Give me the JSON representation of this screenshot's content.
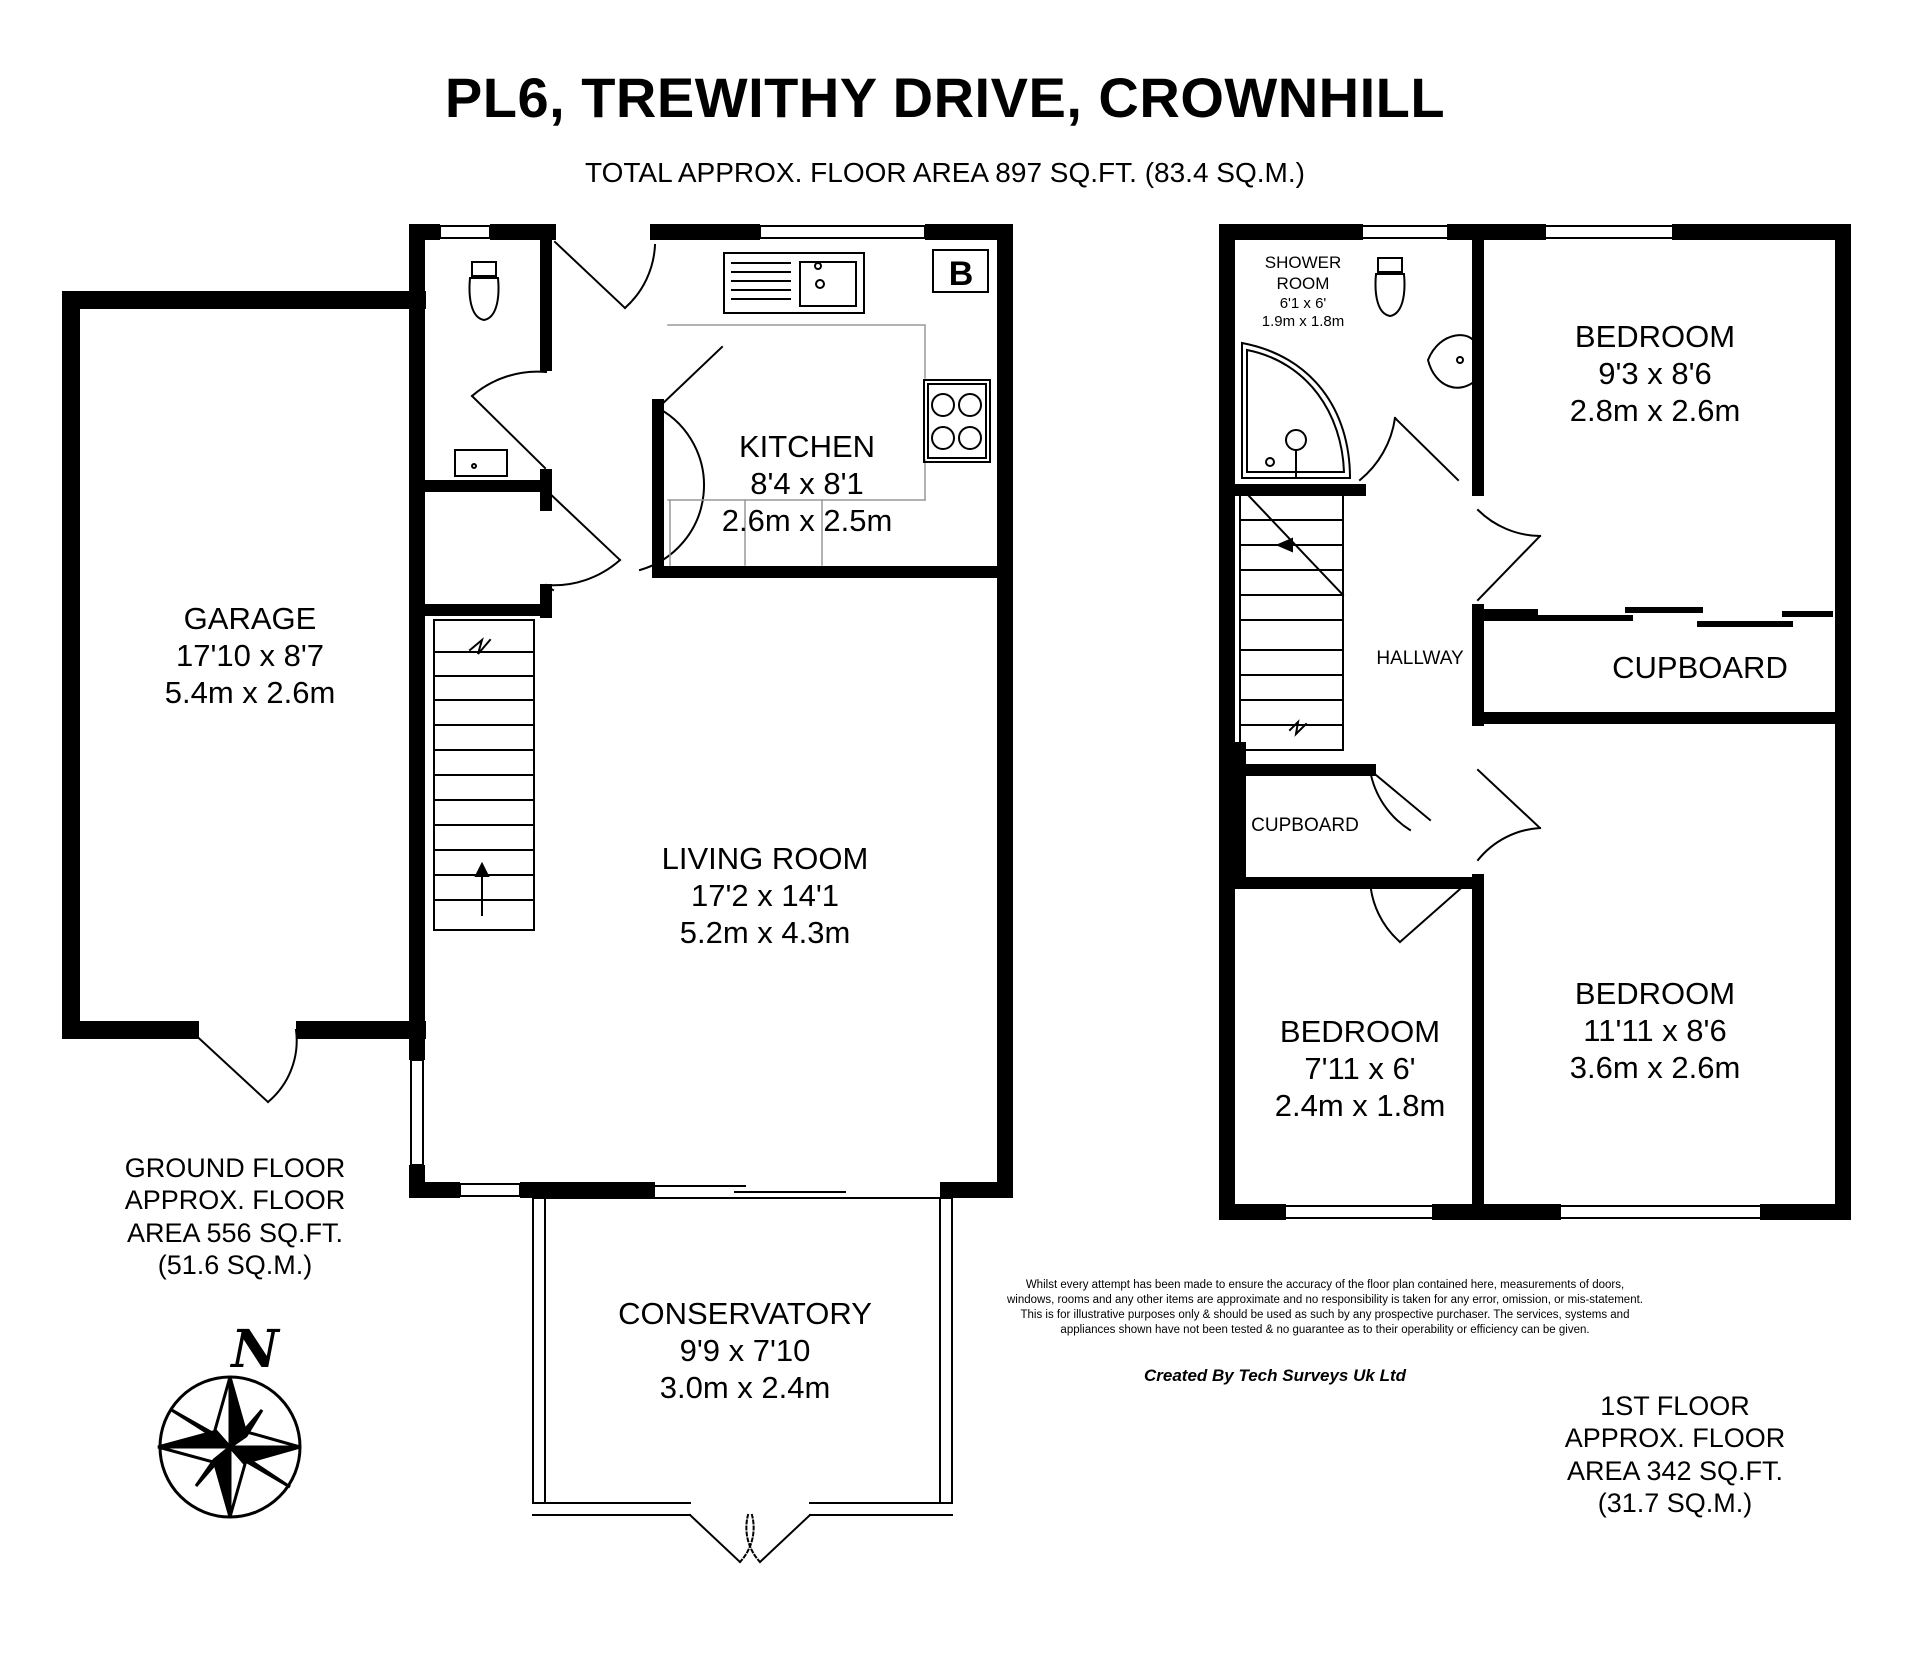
{
  "header": {
    "title": "PL6, TREWITHY DRIVE, CROWNHILL",
    "total_area": "TOTAL APPROX. FLOOR AREA 897 SQ.FT. (83.4 SQ.M.)"
  },
  "ground_floor": {
    "label_lines": [
      "GROUND FLOOR",
      "APPROX. FLOOR",
      "AREA 556 SQ.FT.",
      "(51.6 SQ.M.)"
    ],
    "rooms": {
      "garage": {
        "name": "GARAGE",
        "imperial": "17'10 x 8'7",
        "metric": "5.4m x 2.6m"
      },
      "kitchen": {
        "name": "KITCHEN",
        "imperial": "8'4 x 8'1",
        "metric": "2.6m x 2.5m"
      },
      "living": {
        "name": "LIVING ROOM",
        "imperial": "17'2 x 14'1",
        "metric": "5.2m x 4.3m"
      },
      "conservatory": {
        "name": "CONSERVATORY",
        "imperial": "9'9 x 7'10",
        "metric": "3.0m x 2.4m"
      }
    },
    "boiler_label": "B"
  },
  "first_floor": {
    "label_lines": [
      "1ST FLOOR",
      "APPROX. FLOOR",
      "AREA 342 SQ.FT.",
      "(31.7 SQ.M.)"
    ],
    "rooms": {
      "shower": {
        "lines": [
          "SHOWER",
          "ROOM",
          "6'1 x 6'",
          "1.9m x 1.8m"
        ]
      },
      "bedroom1": {
        "name": "BEDROOM",
        "imperial": "9'3 x 8'6",
        "metric": "2.8m x 2.6m"
      },
      "cupboard1": {
        "name": "CUPBOARD"
      },
      "hallway": {
        "name": "HALLWAY"
      },
      "cupboard2": {
        "name": "CUPBOARD"
      },
      "bedroom2": {
        "name": "BEDROOM",
        "imperial": "7'11 x 6'",
        "metric": "2.4m x 1.8m"
      },
      "bedroom3": {
        "name": "BEDROOM",
        "imperial": "11'11 x 8'6",
        "metric": "3.6m x 2.6m"
      }
    }
  },
  "footer": {
    "disclaimer": "Whilst every attempt has been made to ensure the accuracy of the floor plan contained here, measurements of doors, windows, rooms and any other items are approximate and no responsibility is taken for any error, omission, or mis-statement. This is for illustrative purposes only & should be used as such by any prospective purchaser. The services, systems and appliances shown have not been tested & no guarantee as to their operability or efficiency can be given.",
    "credit": "Created By Tech Surveys Uk Ltd"
  },
  "compass": {
    "north_label": "N"
  }
}
